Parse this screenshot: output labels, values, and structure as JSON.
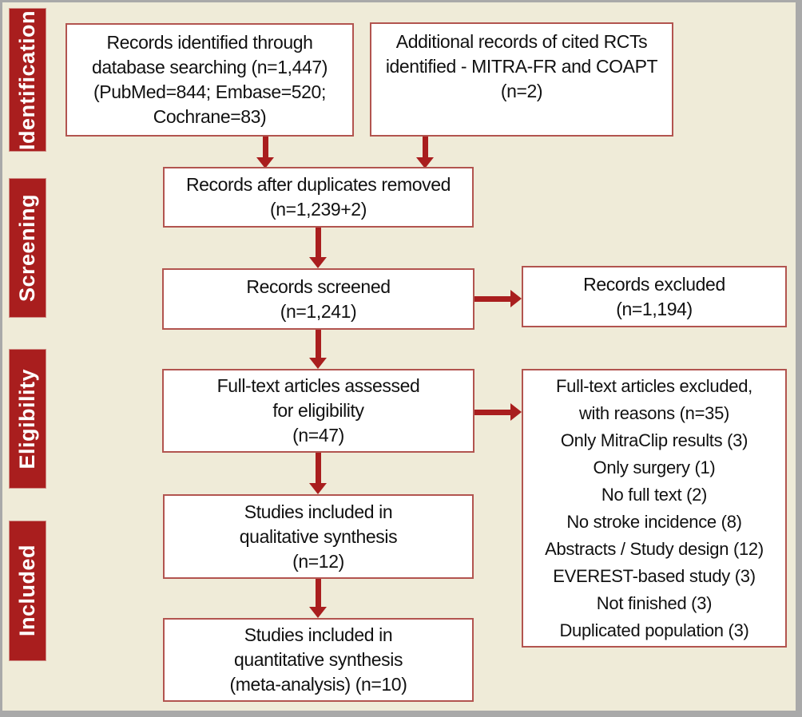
{
  "figure_type": "prisma-flow-diagram",
  "colors": {
    "background": "#efebd8",
    "frame_gray": "#a9a9a9",
    "stage_red": "#a91e1e",
    "arrow_red": "#a91e1e",
    "box_border": "#b2544f",
    "box_bg": "#ffffff",
    "text": "#111111",
    "stage_text": "#ffffff"
  },
  "stages": [
    {
      "label": "Identification"
    },
    {
      "label": "Screening"
    },
    {
      "label": "Eligibility"
    },
    {
      "label": "Included"
    }
  ],
  "boxes": {
    "identified_db": {
      "lines": [
        "Records identified through",
        "database searching (n=1,447)",
        "(PubMed=844; Embase=520;",
        "Cochrane=83)"
      ]
    },
    "additional_records": {
      "lines": [
        "Additional records of cited RCTs",
        "identified - MITRA-FR and COAPT",
        "(n=2)"
      ]
    },
    "after_duplicates": {
      "lines": [
        "Records after duplicates removed",
        "(n=1,239+2)"
      ]
    },
    "screened": {
      "lines": [
        "Records screened",
        "(n=1,241)"
      ]
    },
    "records_excluded": {
      "lines": [
        "Records excluded",
        "(n=1,194)"
      ]
    },
    "fulltext_assessed": {
      "lines": [
        "Full-text articles assessed",
        "for eligibility",
        "(n=47)"
      ]
    },
    "fulltext_excluded": {
      "lines": [
        "Full-text articles excluded,",
        "with reasons (n=35)",
        "Only MitraClip results (3)",
        "Only surgery (1)",
        "No full text (2)",
        "No stroke incidence (8)",
        "Abstracts / Study design (12)",
        "EVEREST-based study (3)",
        "Not finished (3)",
        "Duplicated population (3)"
      ]
    },
    "qualitative": {
      "lines": [
        "Studies included in",
        "qualitative synthesis",
        "(n=12)"
      ]
    },
    "quantitative": {
      "lines": [
        "Studies included in",
        "quantitative synthesis",
        "(meta-analysis) (n=10)"
      ]
    }
  }
}
